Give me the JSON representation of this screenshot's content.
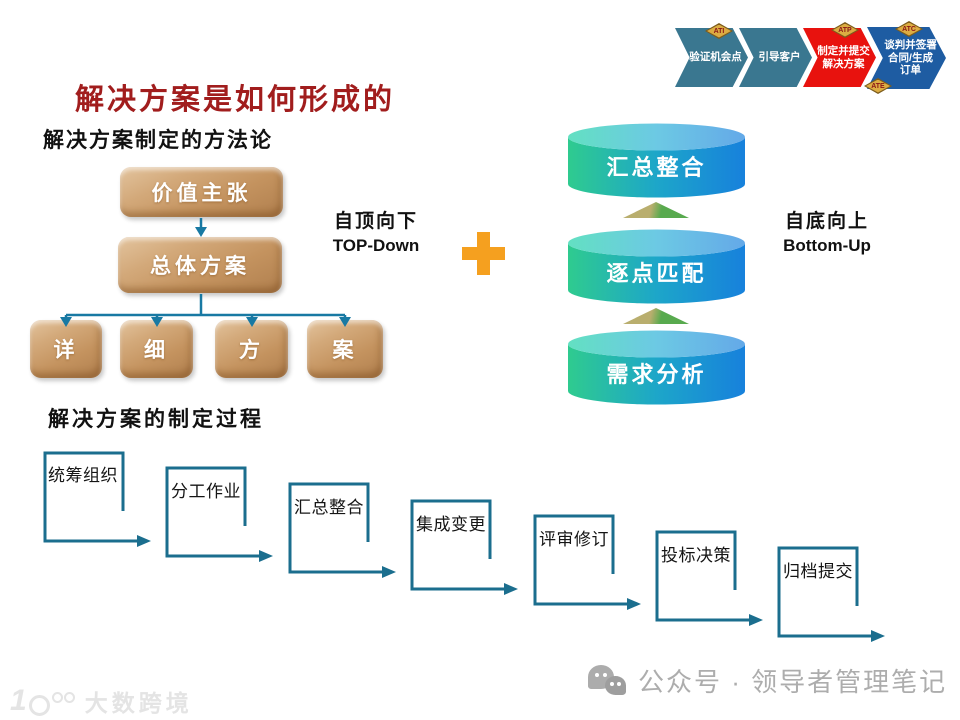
{
  "title": "解决方案是如何形成的",
  "s1": {
    "heading": "解决方案制定的方法论"
  },
  "s2": {
    "heading": "解决方案的制定过程"
  },
  "flow": {
    "stages": [
      {
        "label": "验证机会点",
        "color": "#3A7790"
      },
      {
        "label": "引导客户",
        "color": "#3A7790"
      },
      {
        "label": "制定并提交\n解决方案",
        "color": "#E8120E"
      },
      {
        "label": "谈判并签署\n合同/生成\n订单",
        "color": "#1E5CA2"
      }
    ],
    "badges": [
      {
        "label": "ATI"
      },
      {
        "label": "ATP"
      },
      {
        "label": "ATC"
      },
      {
        "label": "ATE"
      }
    ]
  },
  "hier": {
    "top": "价值主张",
    "mid": "总体方案",
    "leaves": [
      "详",
      "细",
      "方",
      "案"
    ],
    "box_color": "#C4935F"
  },
  "topdown": {
    "cn": "自顶向下",
    "en": "TOP-Down"
  },
  "bottomup": {
    "cn": "自底向上",
    "en": "Bottom-Up"
  },
  "plus_color": "#F5A01F",
  "cylinders": [
    {
      "label": "汇总整合"
    },
    {
      "label": "逐点匹配"
    },
    {
      "label": "需求分析"
    }
  ],
  "cylinder_colors": {
    "body_left": "#2FCB8F",
    "body_right": "#1781DC",
    "top_left": "#63E0C2",
    "top_right": "#64A9E8"
  },
  "up_arrow_colors": {
    "left": "#B9AE6E",
    "right": "#58AA4E"
  },
  "process": {
    "steps": [
      {
        "label": "统筹组织"
      },
      {
        "label": "分工作业"
      },
      {
        "label": "汇总整合"
      },
      {
        "label": "集成变更"
      },
      {
        "label": "评审修订"
      },
      {
        "label": "投标决策"
      },
      {
        "label": "归档提交"
      }
    ],
    "line_color": "#1B6E8E"
  },
  "connector_color": "#1879A3",
  "title_color": "#A11D1D",
  "watermark": {
    "left_text": "大数跨境",
    "right_text": "公众号 · 领导者管理笔记",
    "left_icon": "dashu-logo-icon",
    "right_icon": "wechat-bubbles-icon"
  }
}
